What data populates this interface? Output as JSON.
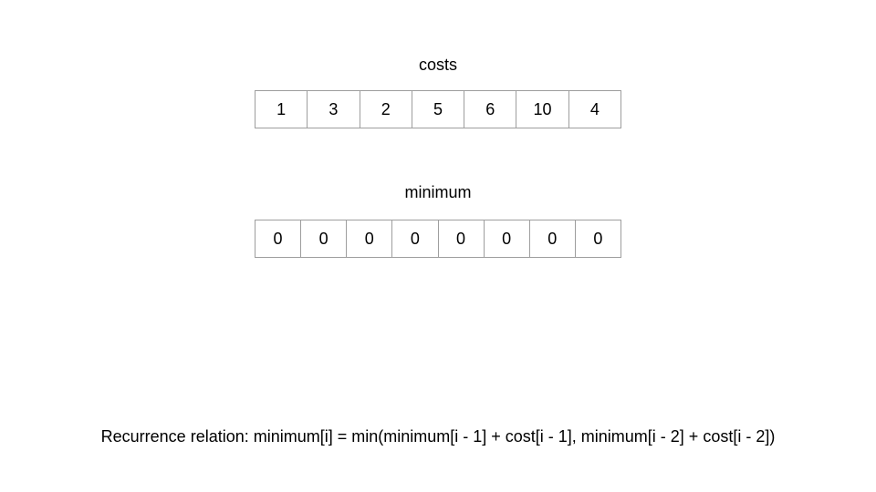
{
  "costs": {
    "label": "costs",
    "values": [
      "1",
      "3",
      "2",
      "5",
      "6",
      "10",
      "4"
    ]
  },
  "minimum": {
    "label": "minimum",
    "values": [
      "0",
      "0",
      "0",
      "0",
      "0",
      "0",
      "0",
      "0"
    ]
  },
  "recurrence": {
    "text": "Recurrence relation: minimum[i] = min(minimum[i - 1] + cost[i - 1], minimum[i - 2] + cost[i - 2])"
  }
}
